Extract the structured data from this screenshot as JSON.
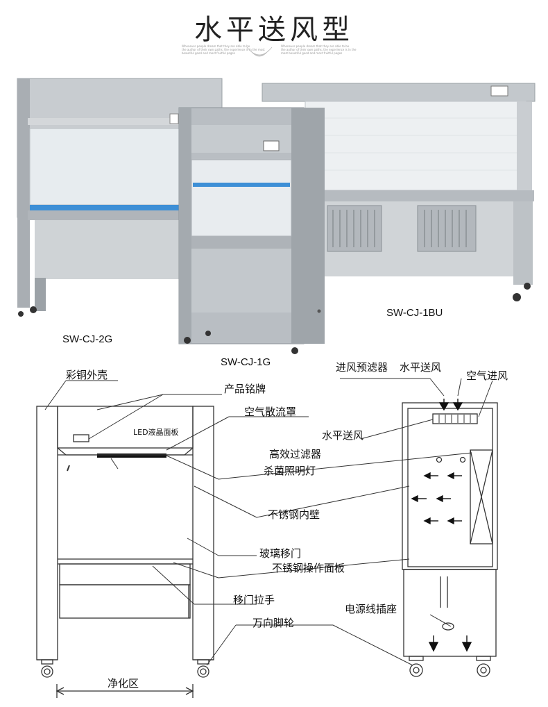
{
  "title": "水平送风型",
  "subtitle_left": "Whenever people dream that they are able to be\nthe author of their own paths, the experience is in the most\nbeautiful good and most fruitful pages",
  "subtitle_right": "Whenever people dream that they are able to be\nthe author of their own paths, the experience is in the\nmost beautiful good and most fruitful pages",
  "models": {
    "left": "SW-CJ-2G",
    "middle": "SW-CJ-1G",
    "right": "SW-CJ-1BU"
  },
  "front_labels": {
    "shell": "彩铜外壳",
    "nameplate": "产品铭牌",
    "diffuser": "空气散流罩",
    "led_panel": "LED液晶面板",
    "inner_wall": "不锈钢内壁",
    "glass_door": "玻璃移门",
    "work_surface": "不锈钢操作面板",
    "door_handle": "移门拉手",
    "casters": "万向脚轮",
    "clean_zone": "净化区"
  },
  "side_labels": {
    "prefilter": "进风预滤器",
    "horizontal_supply_top": "水平送风",
    "air_inlet": "空气进风",
    "horizontal_supply": "水平送风",
    "hepa": "高效过滤器",
    "uv_lamp": "杀菌照明灯",
    "power_socket": "电源线插座"
  },
  "colors": {
    "steel_light": "#d9dcdf",
    "steel_mid": "#b7bcc1",
    "steel_dark": "#8f959b",
    "handle_blue": "#3d8fd6"
  }
}
